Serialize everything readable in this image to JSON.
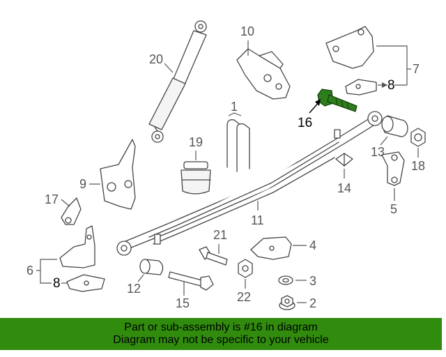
{
  "labels": {
    "p1": "1",
    "p2": "2",
    "p3": "3",
    "p4": "4",
    "p5": "5",
    "p6": "6",
    "p7": "7",
    "p8a": "8",
    "p8b": "8",
    "p9": "9",
    "p10": "10",
    "p11": "11",
    "p12": "12",
    "p13": "13",
    "p14": "14",
    "p15": "15",
    "p16": "16",
    "p17": "17",
    "p18": "18",
    "p19": "19",
    "p20": "20",
    "p21": "21",
    "p22": "22"
  },
  "highlight_part": "16",
  "colors": {
    "banner": "#318c0e",
    "highlight": "#2e7d1c"
  },
  "banner": {
    "line1": "Part or sub-assembly is #16 in diagram",
    "line2": "Diagram may not be specific to your vehicle"
  }
}
